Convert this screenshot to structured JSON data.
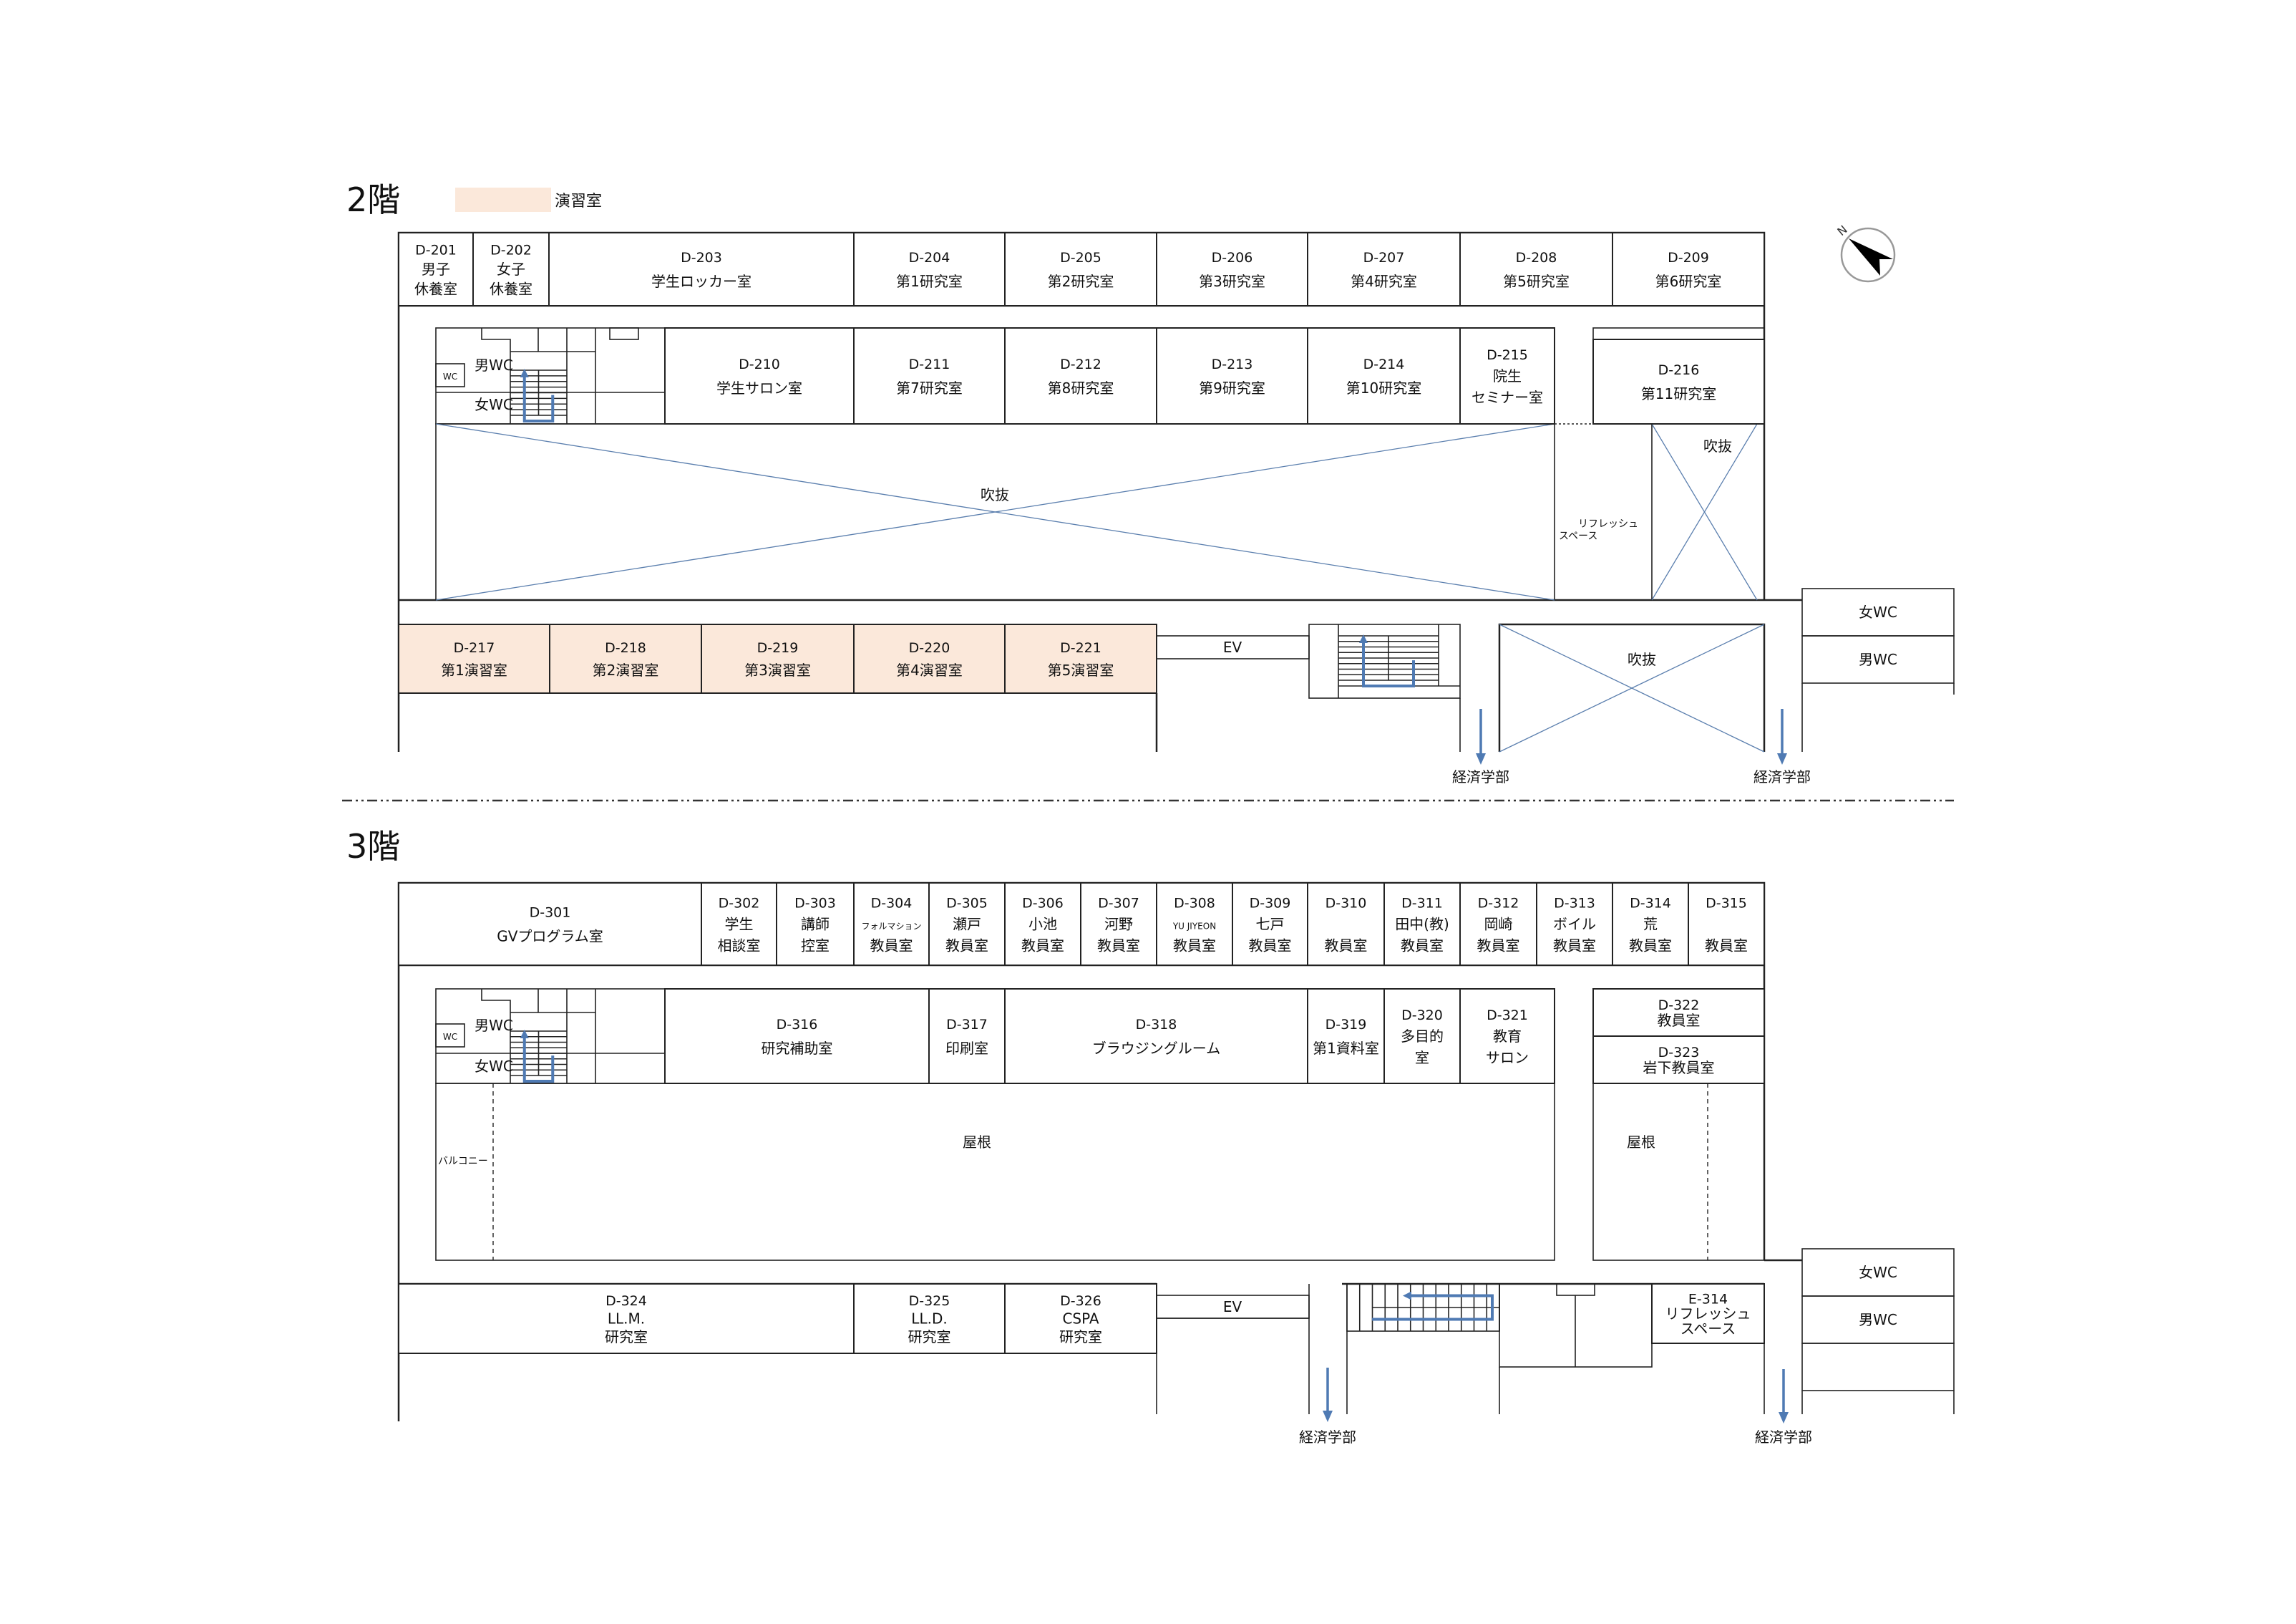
{
  "legend": {
    "label": "演習室",
    "swatch_color": "#fbe8da"
  },
  "compass": {
    "label": "N"
  },
  "floor2": {
    "title": "2階",
    "rooms": {
      "d201": {
        "code": "D-201",
        "lines": [
          "男子",
          "休養室"
        ]
      },
      "d202": {
        "code": "D-202",
        "lines": [
          "女子",
          "休養室"
        ]
      },
      "d203": {
        "code": "D-203",
        "lines": [
          "学生ロッカー室"
        ]
      },
      "d204": {
        "code": "D-204",
        "lines": [
          "第1研究室"
        ]
      },
      "d205": {
        "code": "D-205",
        "lines": [
          "第2研究室"
        ]
      },
      "d206": {
        "code": "D-206",
        "lines": [
          "第3研究室"
        ]
      },
      "d207": {
        "code": "D-207",
        "lines": [
          "第4研究室"
        ]
      },
      "d208": {
        "code": "D-208",
        "lines": [
          "第5研究室"
        ]
      },
      "d209": {
        "code": "D-209",
        "lines": [
          "第6研究室"
        ]
      },
      "d210": {
        "code": "D-210",
        "lines": [
          "学生サロン室"
        ]
      },
      "d211": {
        "code": "D-211",
        "lines": [
          "第7研究室"
        ]
      },
      "d212": {
        "code": "D-212",
        "lines": [
          "第8研究室"
        ]
      },
      "d213": {
        "code": "D-213",
        "lines": [
          "第9研究室"
        ]
      },
      "d214": {
        "code": "D-214",
        "lines": [
          "第10研究室"
        ]
      },
      "d215": {
        "code": "D-215",
        "lines": [
          "院生",
          "セミナー室"
        ]
      },
      "d216": {
        "code": "D-216",
        "lines": [
          "第11研究室"
        ]
      },
      "d217": {
        "code": "D-217",
        "lines": [
          "第1演習室"
        ]
      },
      "d218": {
        "code": "D-218",
        "lines": [
          "第2演習室"
        ]
      },
      "d219": {
        "code": "D-219",
        "lines": [
          "第3演習室"
        ]
      },
      "d220": {
        "code": "D-220",
        "lines": [
          "第4演習室"
        ]
      },
      "d221": {
        "code": "D-221",
        "lines": [
          "第5演習室"
        ]
      }
    },
    "labels": {
      "men_wc": "男WC",
      "women_wc": "女WC",
      "wc": "WC",
      "atrium": "吹抜",
      "atrium_right": "吹抜",
      "atrium_bottom": "吹抜",
      "refresh_1": "リフレッシュ",
      "refresh_2": "スペース",
      "ev": "EV",
      "east_women_wc": "女WC",
      "east_men_wc": "男WC",
      "exit_left": "経済学部",
      "exit_right": "経済学部"
    }
  },
  "floor3": {
    "title": "3階",
    "rooms": {
      "d301": {
        "code": "D-301",
        "lines": [
          "GVプログラム室"
        ]
      },
      "d302": {
        "code": "D-302",
        "lines": [
          "学生",
          "相談室"
        ]
      },
      "d303": {
        "code": "D-303",
        "lines": [
          "講師",
          "控室"
        ]
      },
      "d304": {
        "code": "D-304",
        "name": "フォルマション",
        "lines": [
          "教員室"
        ]
      },
      "d305": {
        "code": "D-305",
        "name": "瀬戸",
        "lines": [
          "教員室"
        ]
      },
      "d306": {
        "code": "D-306",
        "name": "小池",
        "lines": [
          "教員室"
        ]
      },
      "d307": {
        "code": "D-307",
        "name": "河野",
        "lines": [
          "教員室"
        ]
      },
      "d308": {
        "code": "D-308",
        "name": "YU JIYEON",
        "lines": [
          "教員室"
        ]
      },
      "d309": {
        "code": "D-309",
        "name": "七戸",
        "lines": [
          "教員室"
        ]
      },
      "d310": {
        "code": "D-310",
        "name": "",
        "lines": [
          "教員室"
        ]
      },
      "d311": {
        "code": "D-311",
        "name": "田中(教)",
        "lines": [
          "教員室"
        ]
      },
      "d312": {
        "code": "D-312",
        "name": "岡崎",
        "lines": [
          "教員室"
        ]
      },
      "d313": {
        "code": "D-313",
        "name": "ボイル",
        "lines": [
          "教員室"
        ]
      },
      "d314": {
        "code": "D-314",
        "name": "荒",
        "lines": [
          "教員室"
        ]
      },
      "d315": {
        "code": "D-315",
        "name": "",
        "lines": [
          "教員室"
        ]
      },
      "d316": {
        "code": "D-316",
        "lines": [
          "研究補助室"
        ]
      },
      "d317": {
        "code": "D-317",
        "lines": [
          "印刷室"
        ]
      },
      "d318": {
        "code": "D-318",
        "lines": [
          "ブラウジングルーム"
        ]
      },
      "d319": {
        "code": "D-319",
        "lines": [
          "第1資料室"
        ]
      },
      "d320": {
        "code": "D-320",
        "lines": [
          "多目的",
          "室"
        ]
      },
      "d321": {
        "code": "D-321",
        "lines": [
          "教育",
          "サロン"
        ]
      },
      "d322": {
        "code": "D-322",
        "lines": [
          "教員室"
        ]
      },
      "d323": {
        "code": "D-323",
        "lines": [
          "岩下教員室"
        ]
      },
      "d324": {
        "code": "D-324",
        "lines": [
          "LL.M.",
          "研究室"
        ]
      },
      "d325": {
        "code": "D-325",
        "lines": [
          "LL.D.",
          "研究室"
        ]
      },
      "d326": {
        "code": "D-326",
        "lines": [
          "CSPA",
          "研究室"
        ]
      },
      "e314": {
        "code": "E-314",
        "lines": [
          "リフレッシュ",
          "スペース"
        ]
      }
    },
    "labels": {
      "men_wc": "男WC",
      "women_wc": "女WC",
      "wc": "WC",
      "roof": "屋根",
      "roof_right": "屋根",
      "balcony": "バルコニー",
      "ev": "EV",
      "east_women_wc": "女WC",
      "east_men_wc": "男WC",
      "exit_left": "経済学部",
      "exit_right": "経済学部"
    }
  }
}
